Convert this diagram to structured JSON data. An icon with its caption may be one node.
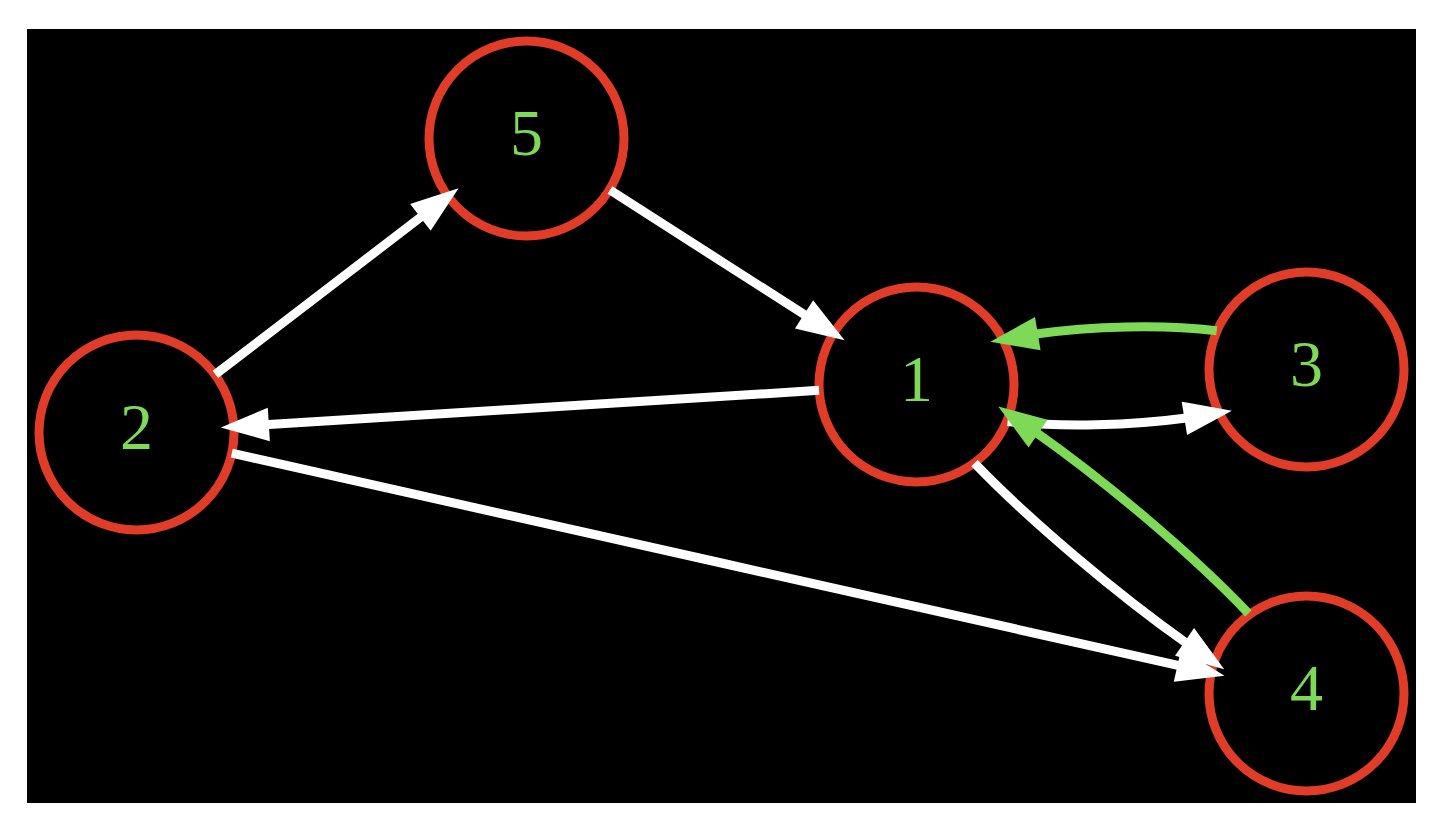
{
  "diagram": {
    "nodes": [
      {
        "text": [
          "2"
        ]
      },
      {
        "text": [
          "5"
        ]
      },
      {
        "text": [
          "1"
        ]
      },
      {
        "text": [
          "4"
        ]
      },
      {
        "text": [
          "3"
        ]
      }
    ],
    "edges": [
      {
        "from": 2,
        "to": 0,
        "arrow": "to"
      },
      {
        "from": 0,
        "to": 1,
        "arrow": "to"
      },
      {
        "from": 0,
        "to": 3,
        "arrow": "to"
      },
      {
        "from": 1,
        "to": 2,
        "arrow": "to"
      },
      {
        "from": 2,
        "to": 3,
        "arrow": "to"
      },
      {
        "from": 3,
        "to": 2,
        "arrow": "to",
        "color": "#7ed957"
      },
      {
        "from": 2,
        "to": 4,
        "arrow": "to"
      },
      {
        "from": 4,
        "to": 2,
        "arrow": "to",
        "color": "#7ed957"
      }
    ]
  }
}
